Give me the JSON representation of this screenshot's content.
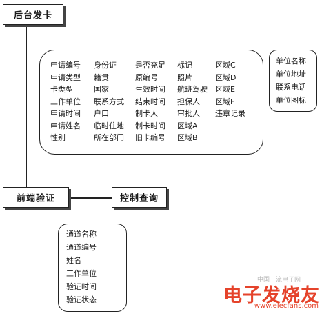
{
  "nodes": {
    "backend_issue": "后台发卡",
    "frontend_verify": "前端验证",
    "control_query": "控制查询"
  },
  "main_fields": {
    "col1": [
      "申请编号",
      "申请类型",
      "卡类型",
      "工作单位",
      "申请时间",
      "申请姓名",
      "性别"
    ],
    "col2": [
      "身份证",
      "籍贯",
      "国家",
      "联系方式",
      "户口",
      "临时住地",
      "所在部门"
    ],
    "col3": [
      "是否充足",
      "原编号",
      "生效时间",
      "结束时间",
      "制卡人",
      "制卡时间",
      "旧卡编号"
    ],
    "col4": [
      "标记",
      "照片",
      "航班驾驶",
      "担保人",
      "审批人",
      "区域A",
      "区域B"
    ],
    "col5": [
      "区域C",
      "区域D",
      "区域E",
      "区域F",
      "违章记录"
    ]
  },
  "unit_fields": [
    "单位名称",
    "单位地址",
    "联系电话",
    "单位图标"
  ],
  "verify_fields": [
    "通道名称",
    "通道编号",
    "姓名",
    "工作单位",
    "验证时间",
    "验证状态"
  ],
  "watermark": {
    "main": "电子发烧友",
    "url": "www.elecfans.com",
    "sub": "中国一流电子网"
  }
}
